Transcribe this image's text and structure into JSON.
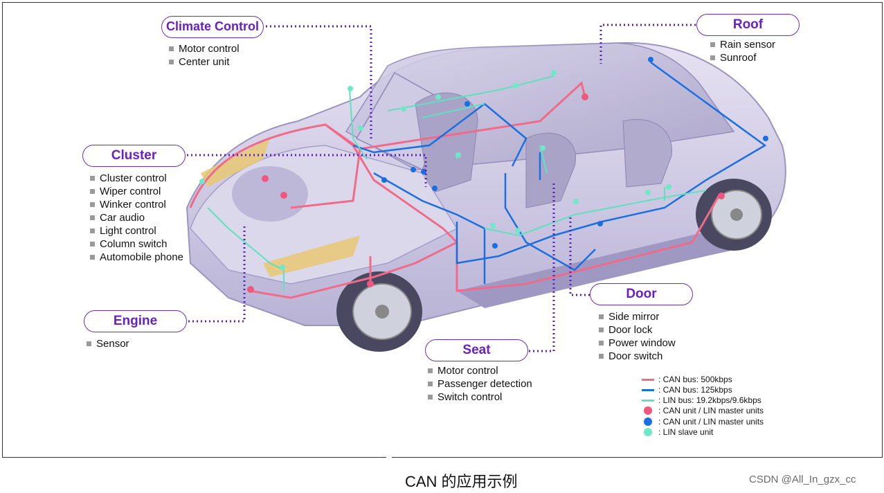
{
  "groups": {
    "climate": {
      "title": "Climate Control",
      "items": [
        "Motor control",
        "Center unit"
      ]
    },
    "roof": {
      "title": "Roof",
      "items": [
        "Rain sensor",
        "Sunroof"
      ]
    },
    "cluster": {
      "title": "Cluster",
      "items": [
        "Cluster control",
        "Wiper control",
        "Winker control",
        "Car audio",
        "Light control",
        "Column switch",
        "Automobile phone"
      ]
    },
    "engine": {
      "title": "Engine",
      "items": [
        "Sensor"
      ]
    },
    "door": {
      "title": "Door",
      "items": [
        "Side mirror",
        "Door lock",
        "Power window",
        "Door switch"
      ]
    },
    "seat": {
      "title": "Seat",
      "items": [
        "Motor control",
        "Passenger detection",
        "Switch control"
      ]
    }
  },
  "legend": [
    {
      "label": ": CAN bus: 500kbps",
      "kind": "line",
      "color": "#f06b8a"
    },
    {
      "label": ": CAN bus: 125kbps",
      "kind": "line",
      "color": "#1a6fe0"
    },
    {
      "label": ": LIN bus: 19.2kbps/9.6kbps",
      "kind": "line",
      "color": "#5fe0c0"
    },
    {
      "label": ": CAN unit / LIN master units",
      "kind": "dot",
      "color": "#f0577e"
    },
    {
      "label": ": CAN unit / LIN master units",
      "kind": "dot",
      "color": "#1a6fe0"
    },
    {
      "label": ": LIN slave unit",
      "kind": "dot",
      "color": "#6fe8c8"
    }
  ],
  "caption": "CAN 的应用示例",
  "watermark": "CSDN @All_In_gzx_cc",
  "colors": {
    "accent": "#6a1fc0",
    "connector": "#5a1fbf"
  }
}
